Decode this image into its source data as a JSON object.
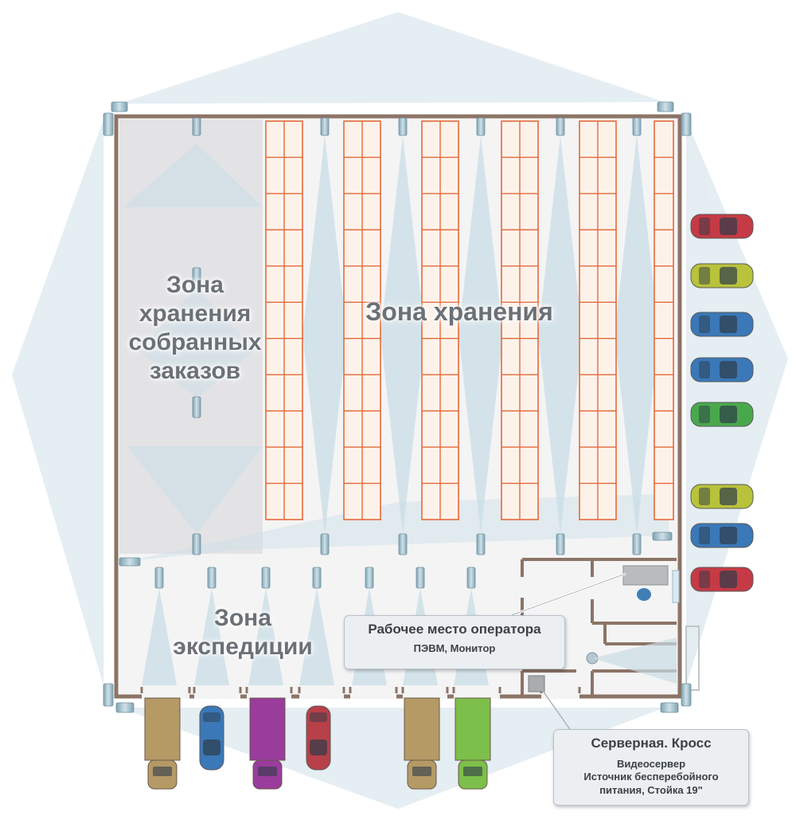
{
  "zones": {
    "storage": "Зона хранения",
    "orders": [
      "Зона",
      "хранения",
      "собранных",
      "заказов"
    ],
    "expedition": [
      "Зона",
      "экспедиции"
    ]
  },
  "callouts": {
    "operator": {
      "title": "Рабочее место оператора",
      "subtitle": "ПЭВМ, Монитор"
    },
    "server": {
      "title": "Серверная. Кросс",
      "lines": [
        "Видеосервер",
        "Источник бесперебойного",
        "питания, Стойка 19\""
      ]
    }
  },
  "colors": {
    "wall": "#8c7466",
    "rack_border": "#e46a3a",
    "rack_fill": "#fdf2ea",
    "coverage": "#c9dde6",
    "camera": "#8fb1bf"
  },
  "cars_right": [
    "red",
    "yellow-green",
    "blue",
    "blue",
    "green",
    "yellow-green",
    "blue",
    "red"
  ],
  "vehicles_bottom": [
    "beige-truck",
    "blue-car",
    "purple-truck",
    "red-car",
    "beige-truck",
    "green-truck"
  ]
}
